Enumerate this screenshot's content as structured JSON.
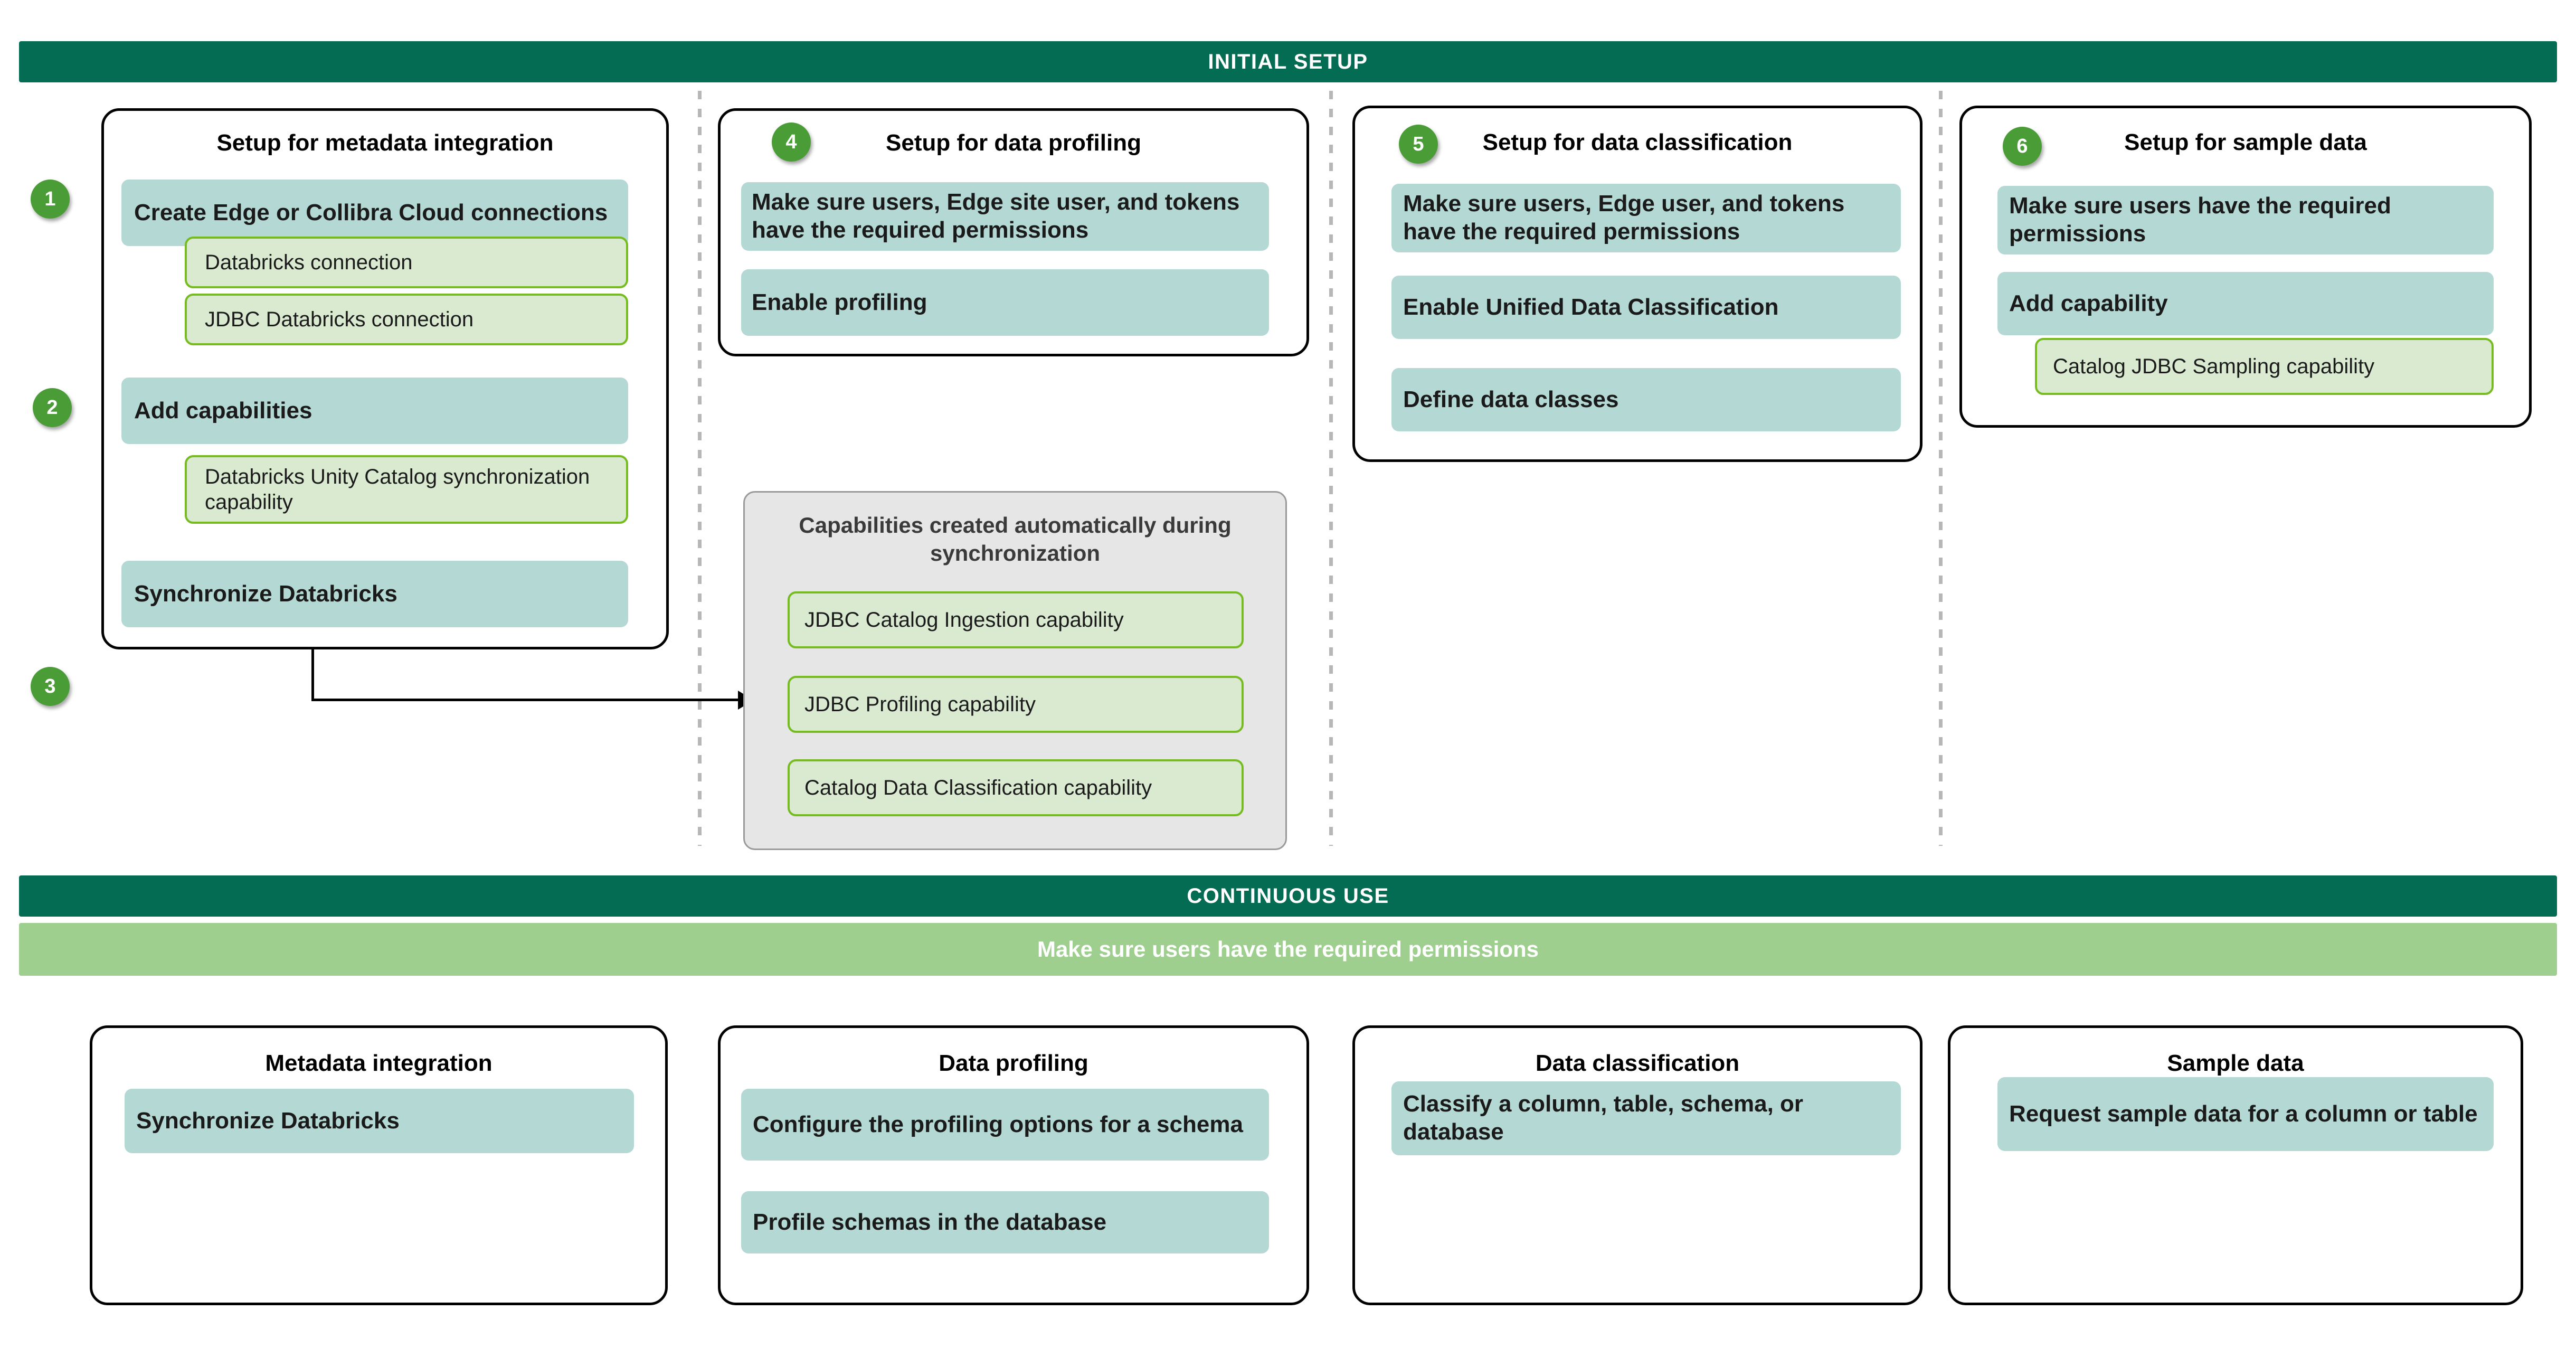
{
  "colors": {
    "banner_green": "#036c52",
    "subbanner_green": "#9ecf8e",
    "teal_box": "#b4d8d4",
    "capability_fill": "#d9ead1",
    "capability_border": "#76bc21",
    "badge_green": "#4a9c36",
    "grey_panel": "#e6e6e6"
  },
  "banners": {
    "initial_setup": "INITIAL SETUP",
    "continuous_use": "CONTINUOUS USE",
    "continuous_use_note": "Make sure users have the required permissions"
  },
  "setup": {
    "metadata_integration": {
      "title": "Setup for metadata integration",
      "steps": [
        {
          "badge": "1",
          "label": "Create Edge or Collibra Cloud connections",
          "capabilities": [
            "Databricks connection",
            "JDBC Databricks connection"
          ]
        },
        {
          "badge": "2",
          "label": "Add capabilities",
          "capabilities": [
            "Databricks Unity Catalog synchronization capability"
          ]
        },
        {
          "badge": "",
          "label": "Synchronize Databricks",
          "capabilities": []
        }
      ],
      "arrow_badge": "3"
    },
    "data_profiling": {
      "badge": "4",
      "title": "Setup for data profiling",
      "steps": [
        "Make sure users, Edge site user, and tokens have the required permissions",
        "Enable profiling"
      ]
    },
    "auto_capabilities": {
      "title": "Capabilities created automatically during synchronization",
      "items": [
        "JDBC Catalog Ingestion capability",
        "JDBC Profiling capability",
        "Catalog Data Classification capability"
      ]
    },
    "data_classification": {
      "badge": "5",
      "title": "Setup for data classification",
      "steps": [
        "Make sure users, Edge user, and tokens have the required permissions",
        "Enable  Unified Data Classification",
        "Define data classes"
      ]
    },
    "sample_data": {
      "badge": "6",
      "title": "Setup for sample data",
      "steps": [
        "Make sure users have the required permissions",
        "Add capability"
      ],
      "capabilities": [
        "Catalog JDBC Sampling capability"
      ]
    }
  },
  "continuous": {
    "metadata_integration": {
      "title": "Metadata integration",
      "steps": [
        "Synchronize Databricks"
      ]
    },
    "data_profiling": {
      "title": "Data profiling",
      "steps": [
        "Configure the profiling options for a schema",
        "Profile schemas in the database"
      ]
    },
    "data_classification": {
      "title": "Data classification",
      "steps": [
        "Classify a column, table, schema, or database"
      ]
    },
    "sample_data": {
      "title": "Sample data",
      "steps": [
        "Request sample data for a column or table"
      ]
    }
  }
}
